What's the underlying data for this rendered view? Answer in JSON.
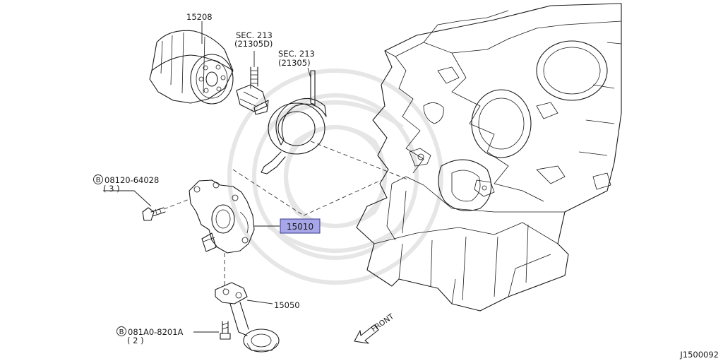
{
  "callouts": {
    "oil_filter": "15208",
    "connector_sec": "SEC. 213",
    "connector_ref": "(21305D)",
    "oil_cooler_sec": "SEC. 213",
    "oil_cooler_ref": "(21305)",
    "bolt_upper_part": "08120-64028",
    "bolt_upper_qty": "( 3 )",
    "oil_pump": "15010",
    "oil_strainer": "15050",
    "bolt_lower_part": "081A0-8201A",
    "bolt_lower_qty": "( 2 )",
    "bolt_marker": "B"
  },
  "direction_label": "FRONT",
  "diagram_code": "J1500092",
  "colors": {
    "highlight_fill": "#a6a6e8",
    "highlight_border": "#3a3a8a",
    "ink": "#1a1a1a",
    "watermark": "#e6e6e6"
  }
}
